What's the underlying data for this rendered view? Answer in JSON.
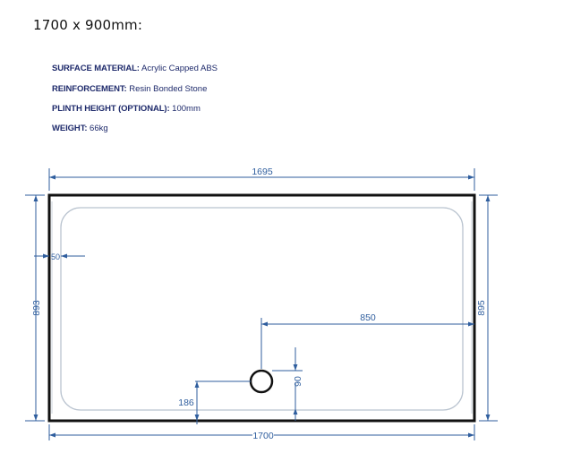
{
  "heading": "1700 x 900mm:",
  "specs": [
    {
      "label": "SURFACE MATERIAL:",
      "value": " Acrylic Capped ABS"
    },
    {
      "label": "REINFORCEMENT:",
      "value": " Resin Bonded Stone"
    },
    {
      "label": "PLINTH HEIGHT (OPTIONAL):",
      "value": " 100mm"
    },
    {
      "label": "WEIGHT:",
      "value": " 66kg"
    }
  ],
  "dimensions": {
    "top_width": "1695",
    "bottom_width": "1700",
    "left_height": "893",
    "right_height": "895",
    "rim_offset": "50",
    "waste_from_right": "850",
    "waste_from_edge": "186",
    "waste_dia": "90"
  },
  "colors": {
    "dimension_line": "#2f5e9e",
    "outline": "#111111",
    "inner": "#b9c3cf"
  }
}
